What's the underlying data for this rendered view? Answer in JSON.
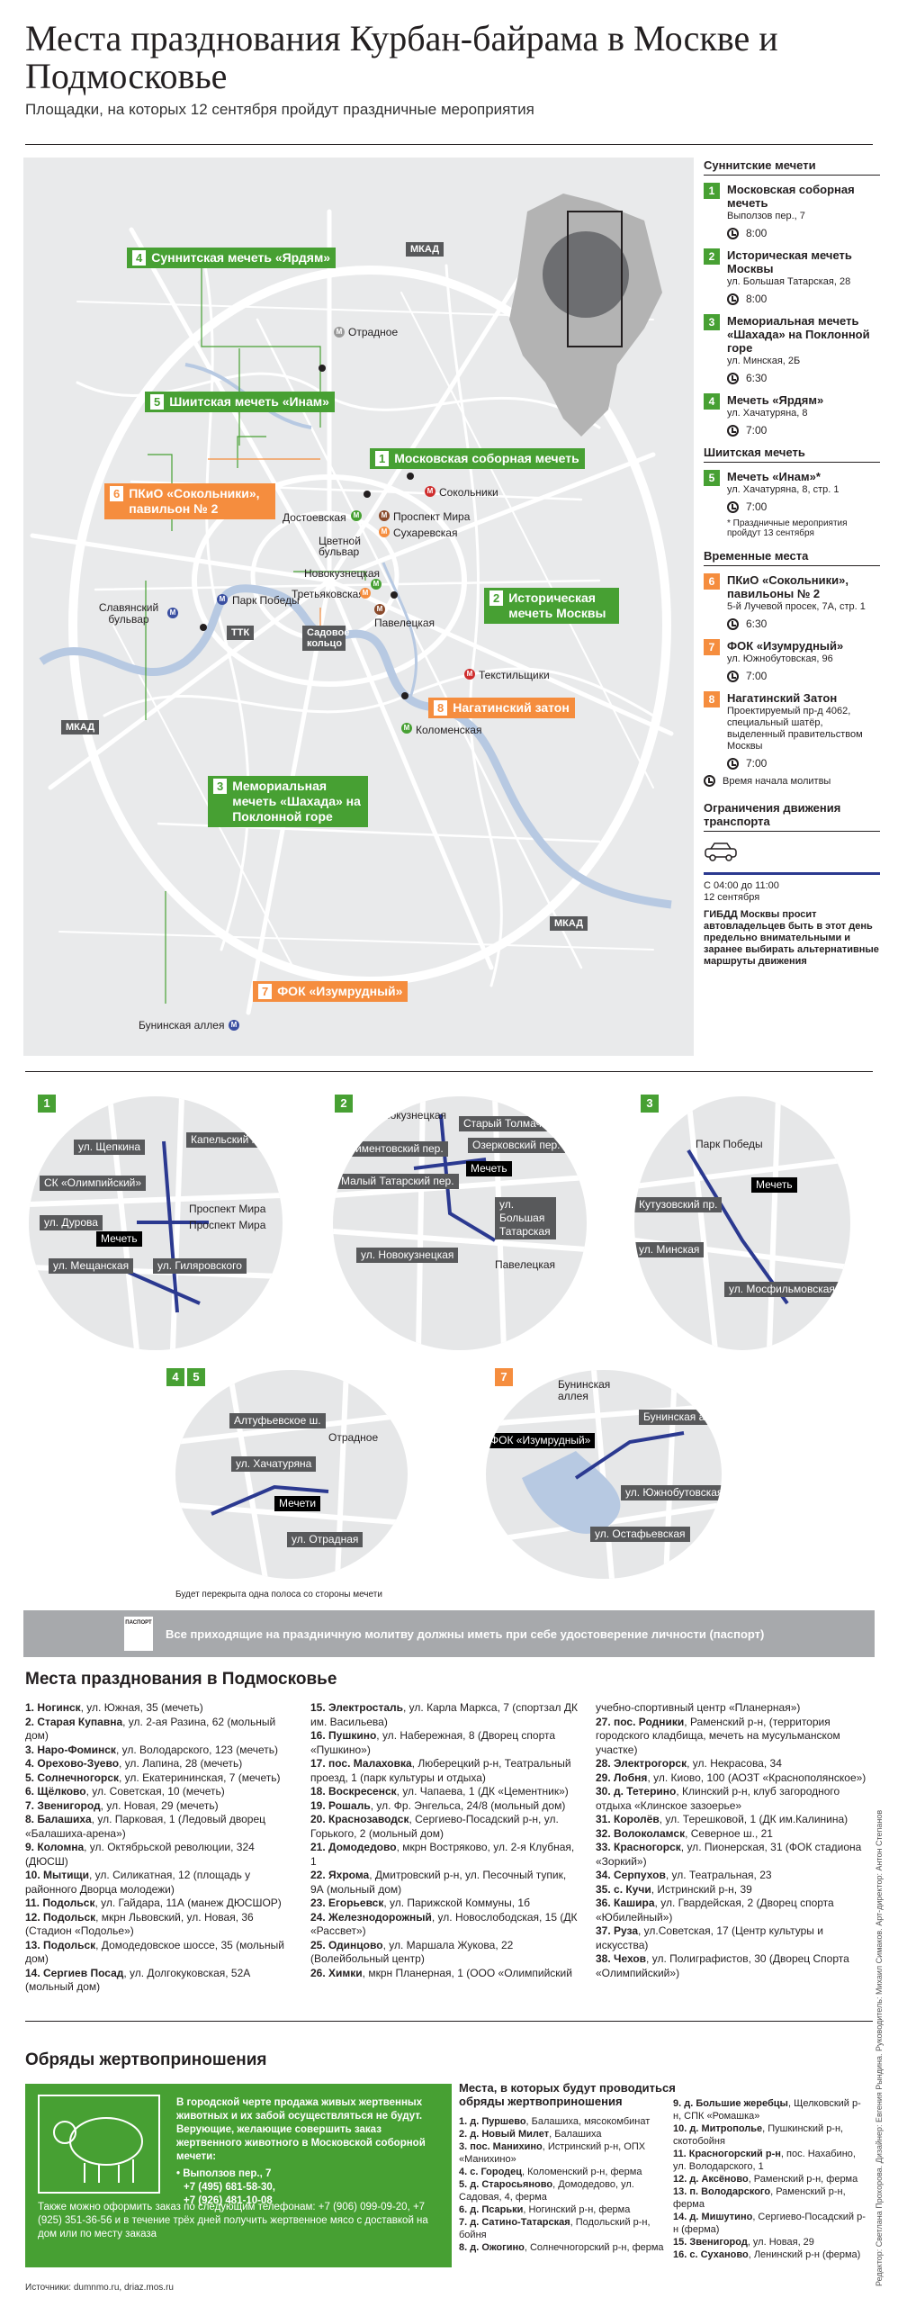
{
  "title": "Места празднования Курбан-байрама в Москве и Подмосковье",
  "subtitle": "Площадки, на которых 12 сентября пройдут праздничные мероприятия",
  "map": {
    "callouts": [
      {
        "num": "4",
        "label": "Суннитская мечеть «Ярдям»"
      },
      {
        "num": "5",
        "label": "Шиитская мечеть «Инам»"
      },
      {
        "num": "1",
        "label": "Московская соборная мечеть"
      },
      {
        "num": "6",
        "label": "ПКиО «Сокольники», павильон № 2"
      },
      {
        "num": "2",
        "label": "Историческая мечеть Москвы"
      },
      {
        "num": "8",
        "label": "Нагатинский затон"
      },
      {
        "num": "3",
        "label": "Мемориальная мечеть «Шахада» на Поклонной горе"
      },
      {
        "num": "7",
        "label": "ФОК «Изумрудный»"
      }
    ],
    "stations": {
      "otradnoe": "Отрадное",
      "sokolniki": "Сокольники",
      "dostoevskaya": "Достоевская",
      "prospekt_mira": "Проспект Мира",
      "sukharevskaya": "Сухаревская",
      "tsvetnoy": "Цветной бульвар",
      "novokuznetskaya": "Новокузнецкая",
      "tretyakovskaya": "Третьяковская",
      "paveletskaya": "Павелецкая",
      "slavyansky": "Славянский бульвар",
      "park_pobedy": "Парк Победы",
      "tekstilshchiki": "Текстильщики",
      "kolomenskaya": "Коломенская",
      "buninskaya": "Бунинская аллея"
    },
    "tags": {
      "mkad1": "МКАД",
      "mkad2": "МКАД",
      "mkad3": "МКАД",
      "ttk": "ТТК",
      "sadovoe": "Садовое кольцо"
    }
  },
  "legend": {
    "sunni_heading": "Суннитские мечети",
    "shia_heading": "Шиитская мечеть",
    "temp_heading": "Временные места",
    "items": [
      {
        "num": "1",
        "name": "Московская соборная мечеть",
        "addr": "Выползов пер., 7",
        "time": "8:00"
      },
      {
        "num": "2",
        "name": "Историческая мечеть Москвы",
        "addr": "ул. Большая Татарская, 28",
        "time": "8:00"
      },
      {
        "num": "3",
        "name": "Мемориальная мечеть «Шахада» на Поклонной горе",
        "addr": "ул. Минская, 2Б",
        "time": "6:30"
      },
      {
        "num": "4",
        "name": "Мечеть «Ярдям»",
        "addr": "ул. Хачатуряна, 8",
        "time": "7:00"
      },
      {
        "num": "5",
        "name": "Мечеть «Инам»*",
        "addr": "ул. Хачатуряна, 8, стр. 1",
        "time": "7:00"
      },
      {
        "num": "6",
        "name": "ПКиО «Сокольники», павильоны № 2",
        "addr": "5-й Лучевой просек, 7А, стр. 1",
        "time": "6:30"
      },
      {
        "num": "7",
        "name": "ФОК «Изумрудный»",
        "addr": "ул. Южнобутовская, 96",
        "time": "7:00"
      },
      {
        "num": "8",
        "name": "Нагатинский Затон",
        "addr": "Проектируемый пр-д 4062, специальный шатёр, выделенный правительством Москвы",
        "time": "7:00"
      }
    ],
    "shia_note": "* Праздничные мероприятия пройдут 13 сентября",
    "time_note": "Время начала молитвы",
    "traffic_heading": "Ограничения движения транспорта",
    "traffic_time": "С 04:00 до 11:00\n12 сентября",
    "traffic_text": "ГИБДД Москвы просит автовладельцев быть в этот день предельно внимательными и заранее выбирать альтернативные маршруты движения"
  },
  "insets": {
    "i1": {
      "badge": "1",
      "labels": [
        "ул. Щепкина",
        "Капельский пер.",
        "СК «Олимпийский»",
        "Проспект Мира",
        "Проспект Мира",
        "ул. Дурова",
        "Мечеть",
        "ул. Мещанская",
        "ул. Гиляровского"
      ]
    },
    "i2": {
      "badge": "2",
      "labels": [
        "Новокузнецкая",
        "Старый Толмачёвский пер.",
        "Климентовский пер.",
        "Озерковский пер.",
        "Мечеть",
        "Малый Татарский пер.",
        "ул. Большая Татарская",
        "ул. Новокузнецкая",
        "Павелецкая"
      ]
    },
    "i3": {
      "badge": "3",
      "labels": [
        "Парк Победы",
        "Мечеть",
        "Кутузовский пр.",
        "ул. Минская",
        "ул. Мосфильмовская"
      ]
    },
    "i45": {
      "badge1": "4",
      "badge2": "5",
      "labels": [
        "Алтуфьевское ш.",
        "Отрадное",
        "ул. Хачатуряна",
        "Мечети",
        "ул. Отрадная"
      ],
      "note": "Будет перекрыта одна полоса со стороны мечети"
    },
    "i7": {
      "badge": "7",
      "labels": [
        "Бунинская аллея",
        "Бунинская ал.",
        "ФОК «Изумрудный»",
        "ул. Южнобутовская",
        "ул. Остафьевская"
      ]
    }
  },
  "passport": {
    "icon": "ПАСПОРТ",
    "text": "Все приходящие на праздничную молитву должны иметь при себе удостоверение личности (паспорт)"
  },
  "region": {
    "heading": "Места празднования в Подмосковье",
    "col1": [
      {
        "b": "1. Ногинск",
        "t": ", ул. Южная, 35 (мечеть)"
      },
      {
        "b": "2. Старая Купавна",
        "t": ", ул. 2-ая Разина, 62 (мольный дом)"
      },
      {
        "b": "3. Наро-Фоминск",
        "t": ", ул. Володарского, 123 (мечеть)"
      },
      {
        "b": "4. Орехово-Зуево",
        "t": ", ул. Лапина, 28 (мечеть)"
      },
      {
        "b": "5. Солнечногорск",
        "t": ", ул. Екатерининская, 7 (мечеть)"
      },
      {
        "b": "6. Щёлково",
        "t": ", ул. Советская, 10 (мечеть)"
      },
      {
        "b": "7. Звенигород",
        "t": ", ул. Новая, 29 (мечеть)"
      },
      {
        "b": "8. Балашиха",
        "t": ", ул. Парковая, 1 (Ледовый дворец «Балашиха-арена»)"
      },
      {
        "b": "9. Коломна",
        "t": ", ул. Октябрьской революции, 324 (ДЮСШ)"
      },
      {
        "b": "10. Мытищи",
        "t": ", ул. Силикатная, 12 (площадь у районного Дворца молодежи)"
      },
      {
        "b": "11. Подольск",
        "t": ", ул. Гайдара, 11А (манеж ДЮСШОР)"
      },
      {
        "b": "12. Подольск",
        "t": ", мкрн Львовский, ул. Новая, 36 (Стадион «Подолье»)"
      },
      {
        "b": "13. Подольск",
        "t": ", Домодедовское шоссе, 35 (мольный дом)"
      },
      {
        "b": "14. Сергиев Посад",
        "t": ", ул. Долгокуковская, 52А (мольный дом)"
      }
    ],
    "col2": [
      {
        "b": "15. Электросталь",
        "t": ", ул. Карла Маркса, 7 (спортзал ДК им. Васильева)"
      },
      {
        "b": "16. Пушкино",
        "t": ", ул. Набережная, 8 (Дворец спорта «Пушкино»)"
      },
      {
        "b": "17. пос. Малаховка",
        "t": ", Люберецкий р-н, Театральный проезд, 1 (парк культуры и отдыха)"
      },
      {
        "b": "18. Воскресенск",
        "t": ", ул. Чапаева, 1 (ДК «Цементник»)"
      },
      {
        "b": "19. Рошаль",
        "t": ", ул. Фр. Энгельса, 24/8 (мольный дом)"
      },
      {
        "b": "20. Краснозаводск",
        "t": ", Сергиево-Посадский р-н, ул. Горького, 2 (мольный дом)"
      },
      {
        "b": "21. Домодедово",
        "t": ", мкрн Востряково, ул. 2-я Клубная, 1"
      },
      {
        "b": "22. Яхрома",
        "t": ", Дмитровский р-н, ул. Песочный тупик, 9А (мольный дом)"
      },
      {
        "b": "23. Егорьевск",
        "t": ", ул. Парижской Коммуны, 1б"
      },
      {
        "b": "24. Железнодорожный",
        "t": ", ул. Новослободская, 15 (ДК «Рассвет»)"
      },
      {
        "b": "25. Одинцово",
        "t": ", ул. Маршала Жукова, 22 (Волейбольный центр)"
      },
      {
        "b": "26. Химки",
        "t": ", мкрн Планерная, 1 (ООО «Олимпийский"
      }
    ],
    "col3": [
      {
        "b": "",
        "t": "учебно-спортивный центр «Планерная»)"
      },
      {
        "b": "27. пос. Родники",
        "t": ", Раменский р-н, (территория городского кладбища, мечеть на мусульманском участке)"
      },
      {
        "b": "28. Электрогорск",
        "t": ", ул. Некрасова, 34"
      },
      {
        "b": "29. Лобня",
        "t": ", ул. Киово, 100 (АОЗТ «Краснополянское»)"
      },
      {
        "b": "30. д. Тетерино",
        "t": ", Клинский р-н, клуб загородного отдыха «Клинское зазоерье»"
      },
      {
        "b": "31. Королёв",
        "t": ", ул. Терешковой, 1 (ДК им.Калинина)"
      },
      {
        "b": "32. Волоколамск",
        "t": ", Северное ш., 21"
      },
      {
        "b": "33. Красногорск",
        "t": ", ул. Пионерская, 31 (ФОК стадиона «Зоркий»)"
      },
      {
        "b": "34. Серпухов",
        "t": ", ул. Театральная, 23"
      },
      {
        "b": "35. с. Кучи",
        "t": ", Истринский р-н, 39"
      },
      {
        "b": "36. Кашира",
        "t": ", ул. Гвардейская, 2 (Дворец спорта «Юбилейный»)"
      },
      {
        "b": "37. Руза",
        "t": ", ул.Советская, 17 (Центр культуры и искусства)"
      },
      {
        "b": "38. Чехов",
        "t": ", ул. Полиграфистов, 30 (Дворец Спорта «Олимпийский»)"
      }
    ]
  },
  "sacrifice": {
    "heading": "Обряды жертвоприношения",
    "main": "В городской черте продажа живых жертвенных животных и их забой осуществляться не будут. Верующие, желающие совершить заказ жертвенного животного в Московской соборной мечети:",
    "addr": "• Выползов пер., 7",
    "phone1": "+7 (495) 681-58-30,",
    "phone2": "+7 (926) 481-10-08",
    "extra": "Также можно оформить заказ по следующим телефонам: +7 (906) 099-09-20, +7 (925) 351-36-56 и в течение трёх дней получить жертвенное мясо с доставкой на дом или по месту заказа",
    "places_heading": "Места, в которых будут проводиться обряды жертвоприношения",
    "places_col1": [
      {
        "b": "1. д. Пуршево",
        "t": ", Балашиха, мясокомбинат"
      },
      {
        "b": "2. д. Новый Милет",
        "t": ", Балашиха"
      },
      {
        "b": "3. пос. Манихино",
        "t": ", Истринский р-н, ОПХ «Манихино»"
      },
      {
        "b": "4. с. Городец",
        "t": ", Коломенский р-н, ферма"
      },
      {
        "b": "5. д. Старосьяново",
        "t": ", Домодедово, ул. Садовая, 4, ферма"
      },
      {
        "b": "6. д. Псарьки",
        "t": ", Ногинский р-н, ферма"
      },
      {
        "b": "7. д. Сатино-Татарская",
        "t": ", Подольский р-н, бойня"
      },
      {
        "b": "8. д. Ожогино",
        "t": ", Солнечногорский р-н, ферма"
      }
    ],
    "places_col2": [
      {
        "b": "9. д. Большие жеребцы",
        "t": ", Щелковский р-н, СПК «Ромашка»"
      },
      {
        "b": "10. д. Митрополье",
        "t": ", Пушкинский р-н, скотобойня"
      },
      {
        "b": "11. Красногорский р-н",
        "t": ", пос. Нахабино, ул. Володарского, 1"
      },
      {
        "b": "12. д. Аксёново",
        "t": ", Раменский р-н, ферма"
      },
      {
        "b": "13. п. Володарского",
        "t": ", Раменский р-н, ферма"
      },
      {
        "b": "14. д. Мишутино",
        "t": ", Сергиево-Посадский р-н (ферма)"
      },
      {
        "b": "15. Звенигород",
        "t": ", ул. Новая, 29"
      },
      {
        "b": "16. с. Суханово",
        "t": ", Ленинский р-н (ферма)"
      }
    ]
  },
  "sources": "Источники: dumnmo.ru, driaz.mos.ru",
  "credit": "Редактор: Светлана Прохорова. Дизайнер: Евгения Рындина. Руководитель: Михаил Симаков. Арт-директор: Антон Степанов",
  "colors": {
    "green": "#47a033",
    "orange": "#f58d3e",
    "grey_tag": "#58595b",
    "road_blue": "#2b3990",
    "map_bg": "#e9eaeb"
  }
}
